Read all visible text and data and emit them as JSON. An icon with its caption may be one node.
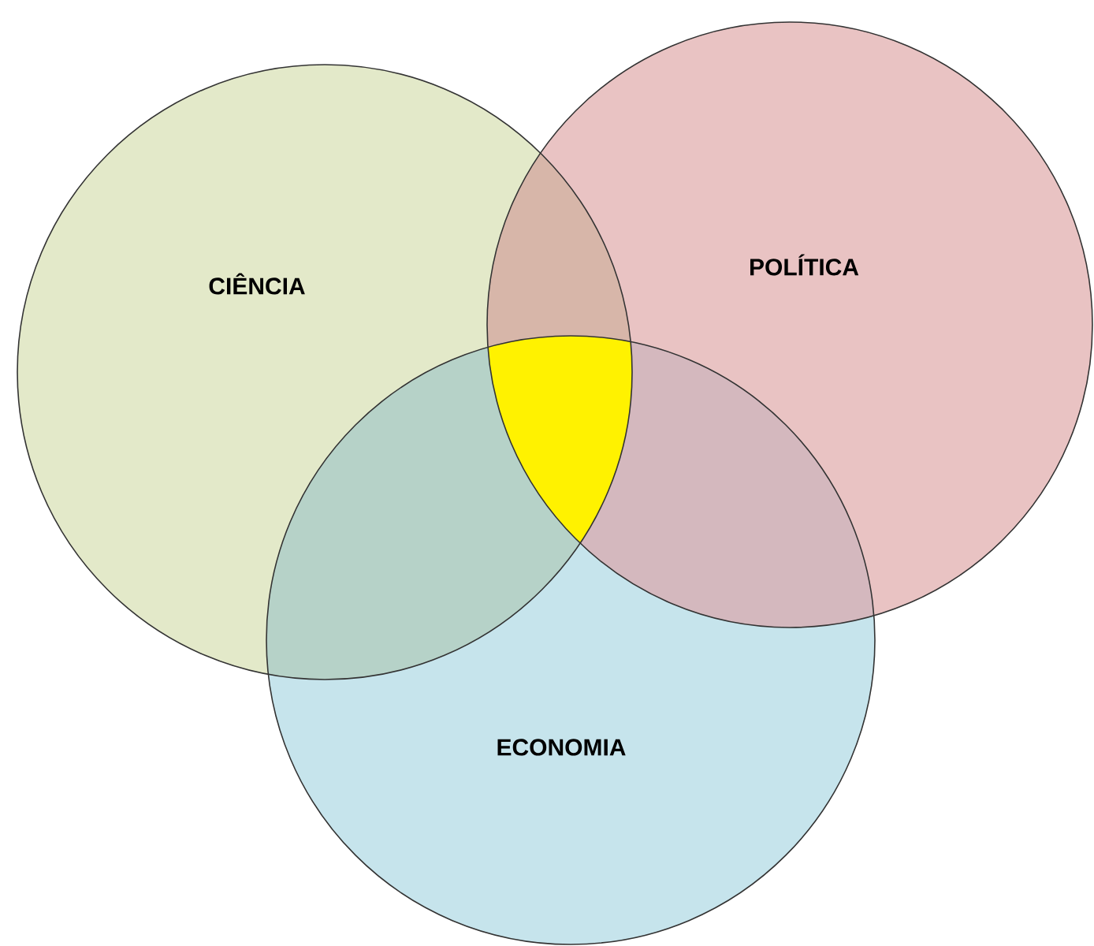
{
  "diagram": {
    "nodes": [
      {
        "text": [
          "CIÊNCIA"
        ]
      },
      {
        "text": [
          "POLÍTICA"
        ]
      },
      {
        "text": [
          "ECONOMIA"
        ]
      }
    ]
  }
}
